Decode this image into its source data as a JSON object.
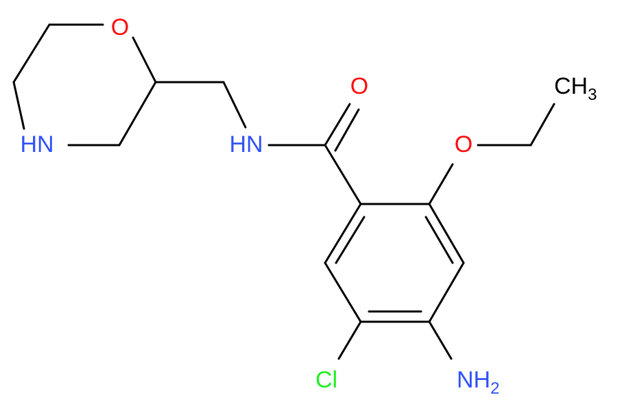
{
  "molecule": {
    "atoms": {
      "ring_oxygen": {
        "text": "O",
        "color": "#ff0d0d"
      },
      "ring_nitrogen": {
        "text": "HN",
        "color": "#3050f8"
      },
      "amide_nitrogen": {
        "text": "HN",
        "color": "#3050f8"
      },
      "carbonyl_oxygen": {
        "text": "O",
        "color": "#ff0d0d"
      },
      "ether_oxygen": {
        "text": "O",
        "color": "#ff0d0d"
      },
      "methyl": {
        "text": "CH",
        "subscript": "3",
        "color": "#000000"
      },
      "chlorine": {
        "text": "Cl",
        "color": "#1ff01f"
      },
      "amino": {
        "text": "NH",
        "subscript": "2",
        "color": "#3050f8"
      }
    }
  }
}
